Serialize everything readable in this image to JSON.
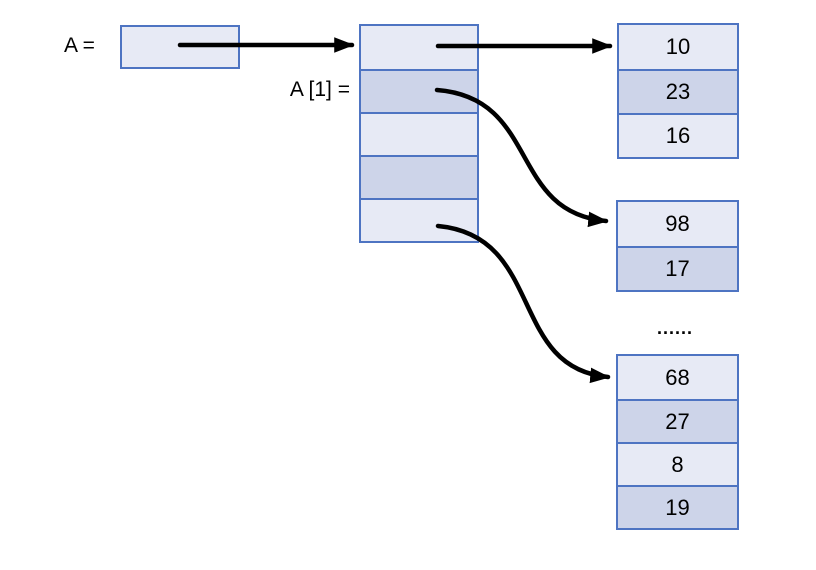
{
  "diagram": {
    "labels": {
      "a": "A =",
      "a1": "A [1] =",
      "ellipsis": "......"
    },
    "pointer_array": {
      "cell_count": 5,
      "cells_have_text": false
    },
    "value_arrays": {
      "first": {
        "values": [
          "10",
          "23",
          "16"
        ]
      },
      "second": {
        "values": [
          "98",
          "17"
        ]
      },
      "third": {
        "values": [
          "68",
          "27",
          "8",
          "19"
        ]
      }
    },
    "arrows": [
      {
        "from": "pointer-box-a",
        "to": "pointer-array",
        "style": "straight"
      },
      {
        "from": "pointer-array-cell-0",
        "to": "value-array-first",
        "style": "straight"
      },
      {
        "from": "pointer-array-cell-1",
        "to": "value-array-second",
        "style": "s-curve"
      },
      {
        "from": "pointer-array-cell-4",
        "to": "value-array-third",
        "style": "s-curve"
      }
    ],
    "colors": {
      "cell_light": "#E7EAF5",
      "cell_dark": "#CDD4E9",
      "border": "#4E74C2",
      "arrow": "#000000",
      "background": "#FFFFFF"
    }
  }
}
